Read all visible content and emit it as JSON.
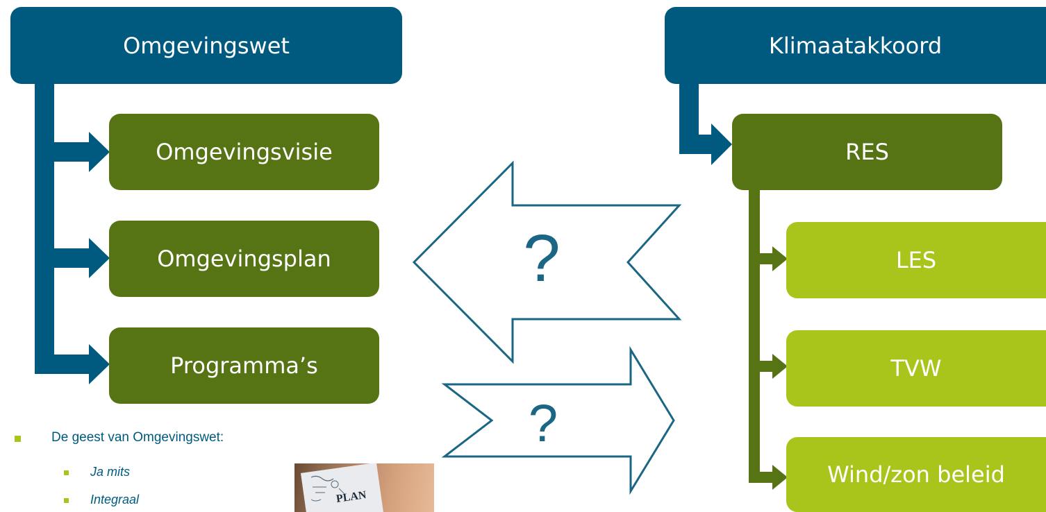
{
  "left_tree": {
    "root": "Omgevingswet",
    "children": [
      "Omgevingsvisie",
      "Omgevingsplan",
      "Programma’s"
    ]
  },
  "right_tree": {
    "root": "Klimaatakkoord",
    "child": "RES",
    "grandchildren": [
      "LES",
      "TVW",
      "Wind/zon beleid"
    ]
  },
  "arrows": {
    "left_arrow_label": "?",
    "right_arrow_label": "?"
  },
  "bullets": {
    "main": "De geest van Omgevingswet:",
    "sub": [
      "Ja mits",
      "Integraal"
    ]
  },
  "photo": {
    "text": "PLAN"
  },
  "colors": {
    "navy": "#005a7f",
    "olive": "#577415",
    "lime": "#a9c51b",
    "text": "#005a7f"
  },
  "icons": [
    "bullet-square-icon",
    "big-left-arrow",
    "big-right-arrow"
  ]
}
